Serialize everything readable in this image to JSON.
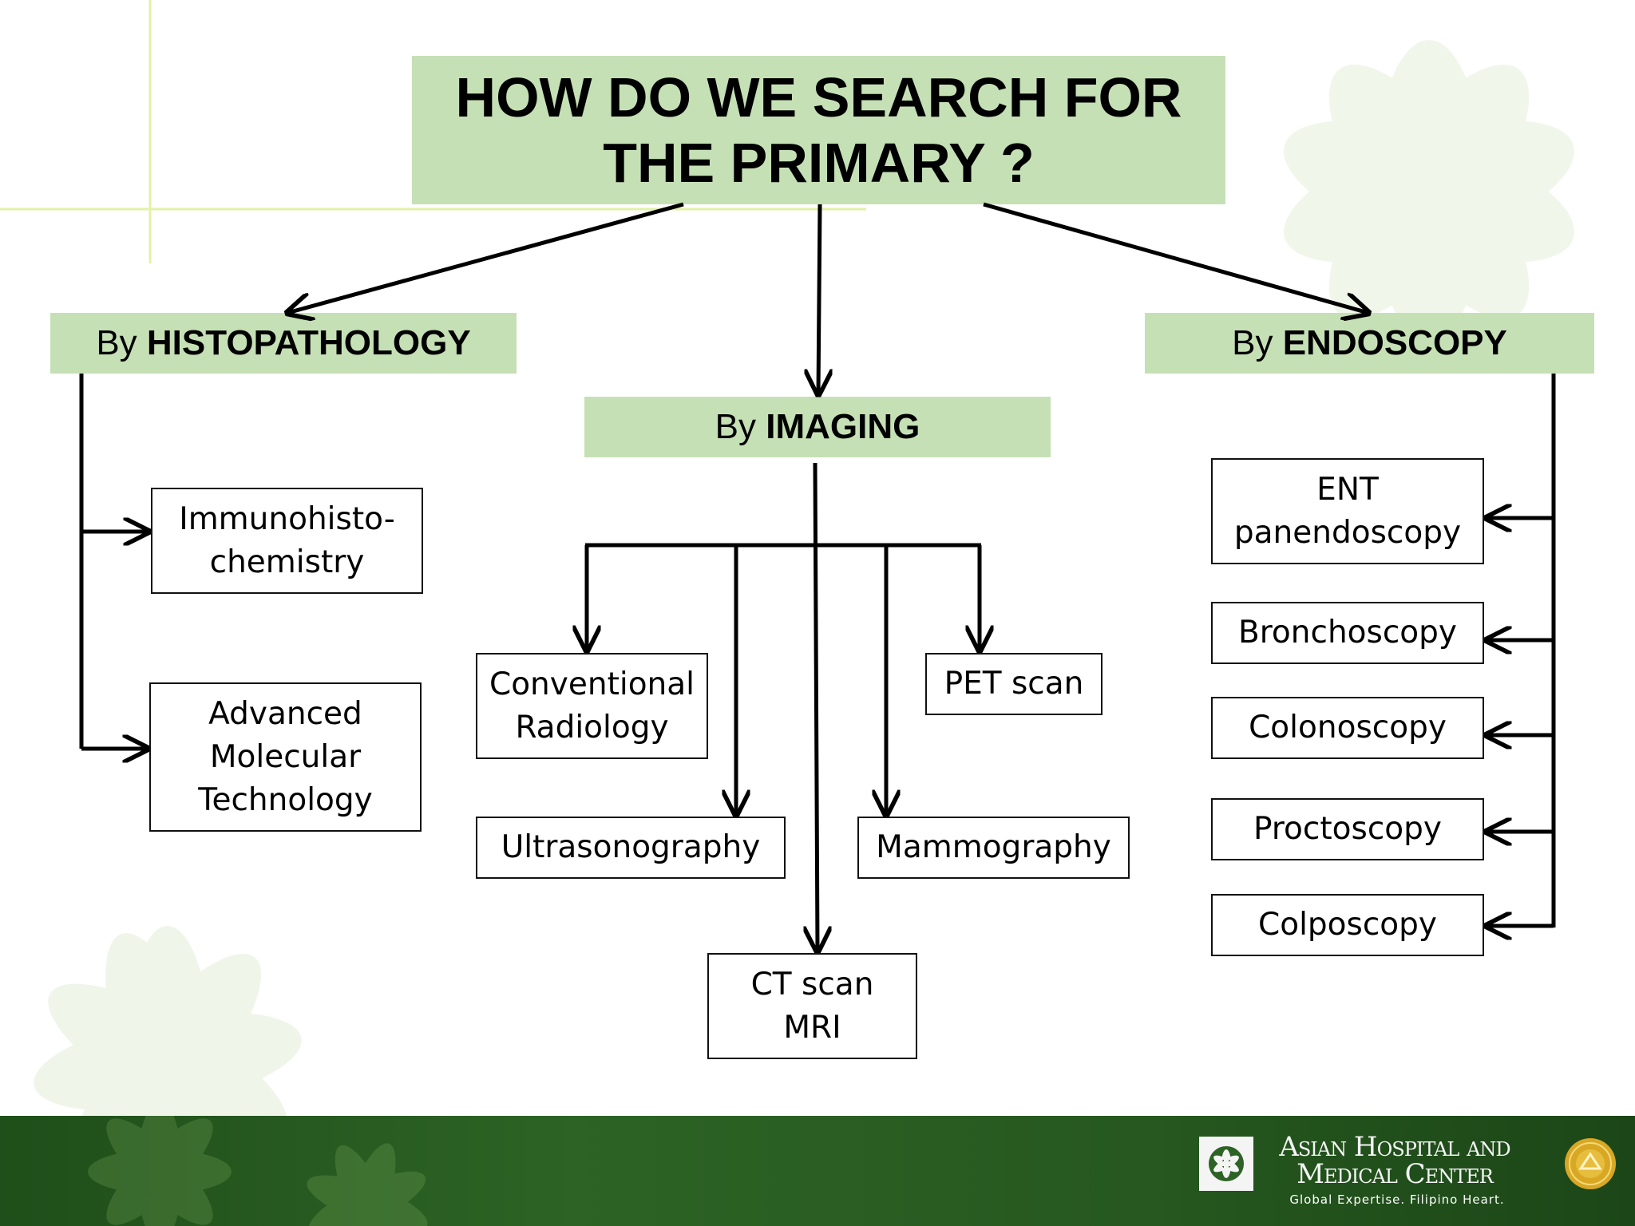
{
  "title": {
    "line1": "HOW DO WE SEARCH FOR",
    "line2": "THE PRIMARY ?"
  },
  "categories": {
    "histopathology": {
      "prefix": "By ",
      "label": "HISTOPATHOLOGY"
    },
    "imaging": {
      "prefix": "By ",
      "label": "IMAGING"
    },
    "endoscopy": {
      "prefix": "By ",
      "label": "ENDOSCOPY"
    }
  },
  "histopathology_items": {
    "immuno": {
      "line1": "Immunohisto-",
      "line2": "chemistry"
    },
    "molecular": {
      "line1": "Advanced",
      "line2": "Molecular",
      "line3": "Technology"
    }
  },
  "imaging_items": {
    "radiology": {
      "line1": "Conventional",
      "line2": "Radiology"
    },
    "pet": "PET scan",
    "ultrasound": "Ultrasonography",
    "mammography": "Mammography",
    "ct_mri": {
      "line1": "CT scan",
      "line2": "MRI"
    }
  },
  "endoscopy_items": {
    "ent": {
      "line1": "ENT",
      "line2": "panendoscopy"
    },
    "bronchoscopy": "Bronchoscopy",
    "colonoscopy": "Colonoscopy",
    "proctoscopy": "Proctoscopy",
    "colposcopy": "Colposcopy"
  },
  "footer": {
    "org_line1": "Asian Hospital and",
    "org_line2": "Medical Center",
    "tagline": "Global Expertise. Filipino Heart."
  },
  "colors": {
    "header_fill": "#c6e0b6",
    "footer_green": "#2d6325",
    "accent_line": "#d9ec9a",
    "seal_gold": "#d8a824"
  }
}
